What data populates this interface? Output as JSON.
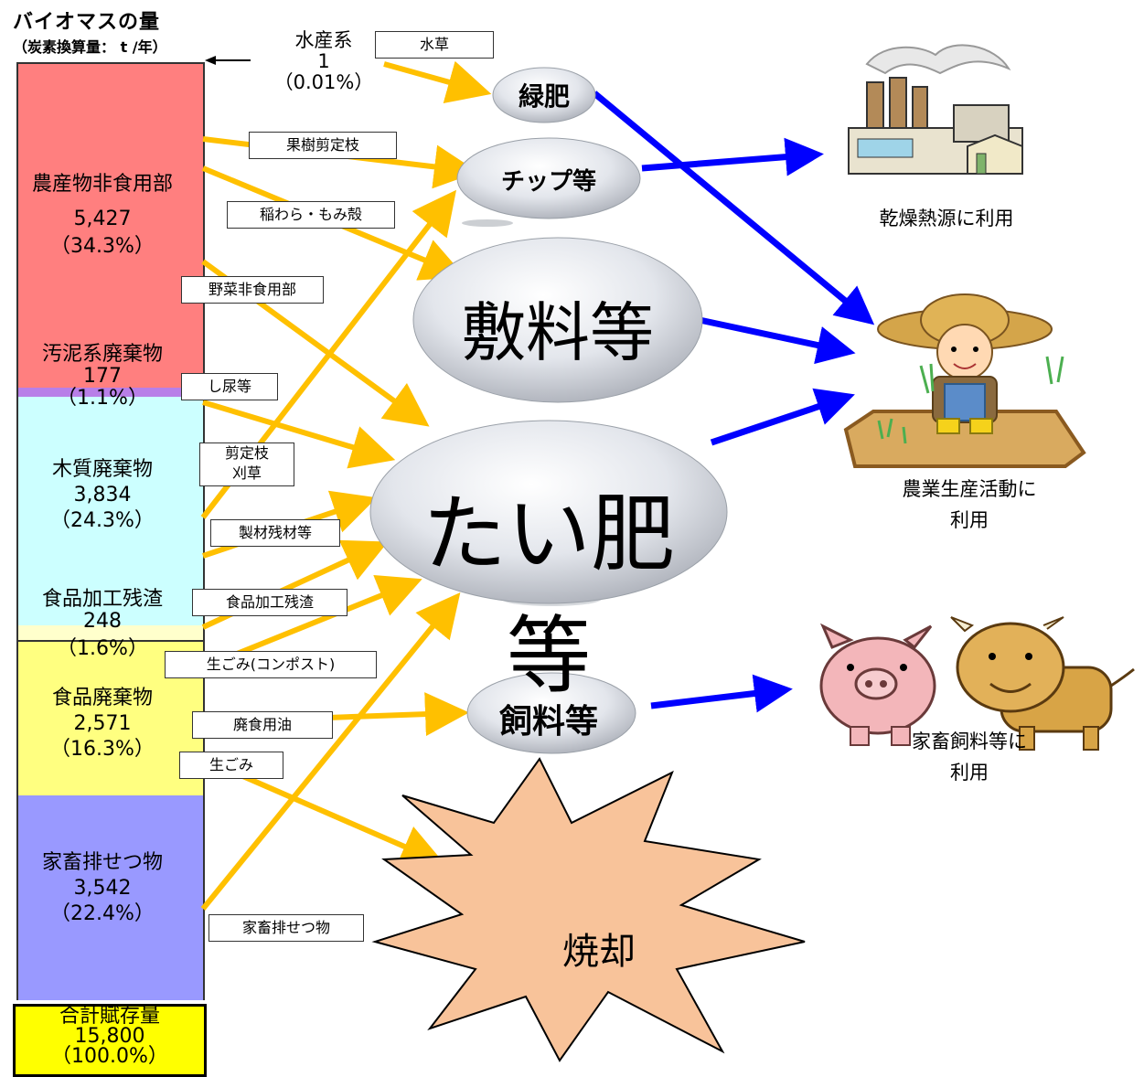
{
  "header": {
    "title": "バイオマスの量",
    "unit": "（炭素換算量： t /年）"
  },
  "aquatic": {
    "name": "水産系",
    "value": "1",
    "percent": "（0.01%）"
  },
  "segments": [
    {
      "name": "農産物非食用部",
      "value": "5,427",
      "percent": "（34.3%）",
      "color": "#ff7f7f"
    },
    {
      "name": "汚泥系廃棄物",
      "value": "177",
      "percent": "（1.1%）",
      "color": "#b87fe8"
    },
    {
      "name": "木質廃棄物",
      "value": "3,834",
      "percent": "（24.3%）",
      "color": "#ccffff"
    },
    {
      "name": "食品加工残渣",
      "value": "248",
      "percent": "（1.6%）",
      "color": "#ffffcc"
    },
    {
      "name": "食品廃棄物",
      "value": "2,571",
      "percent": "（16.3%）",
      "color": "#ffff80"
    },
    {
      "name": "家畜排せつ物",
      "value": "3,542",
      "percent": "（22.4%）",
      "color": "#9999ff"
    }
  ],
  "total": {
    "name": "合計賦存量",
    "value": "15,800",
    "percent": "（100.0%）",
    "color": "#ffff00"
  },
  "tags": {
    "suisou": "水草",
    "kaju": "果樹剪定枝",
    "inawara": "稲わら・もみ殻",
    "yasai": "野菜非食用部",
    "shinyo": "し尿等",
    "sentei1": "剪定枝",
    "sentei2": "刈草",
    "seizai": "製材残材等",
    "shokuhin": "食品加工残渣",
    "namagomi_compost": "生ごみ(コンポスト)",
    "haishoku": "廃食用油",
    "namagomi": "生ごみ",
    "kachiku": "家畜排せつ物"
  },
  "uses": {
    "ryokuhi": "緑肥",
    "chip": "チップ等",
    "shikiryo": "敷料等",
    "taihi": "たい肥等",
    "shiryo": "飼料等",
    "shokyaku": "焼却"
  },
  "destinations": {
    "kanso": "乾燥熱源に利用",
    "nogyo_line1": "農業生産活動に",
    "nogyo_line2": "利用",
    "kachiku_line1": "家畜飼料等に",
    "kachiku_line2": "利用"
  },
  "colors": {
    "input_arrow": "#ffc000",
    "output_arrow": "#0000ff",
    "bubble": "#dcdfe6",
    "burst": "#f8c39a"
  },
  "icons": [
    "factory-icon",
    "farmer-icon",
    "pig-icon",
    "cow-icon"
  ]
}
